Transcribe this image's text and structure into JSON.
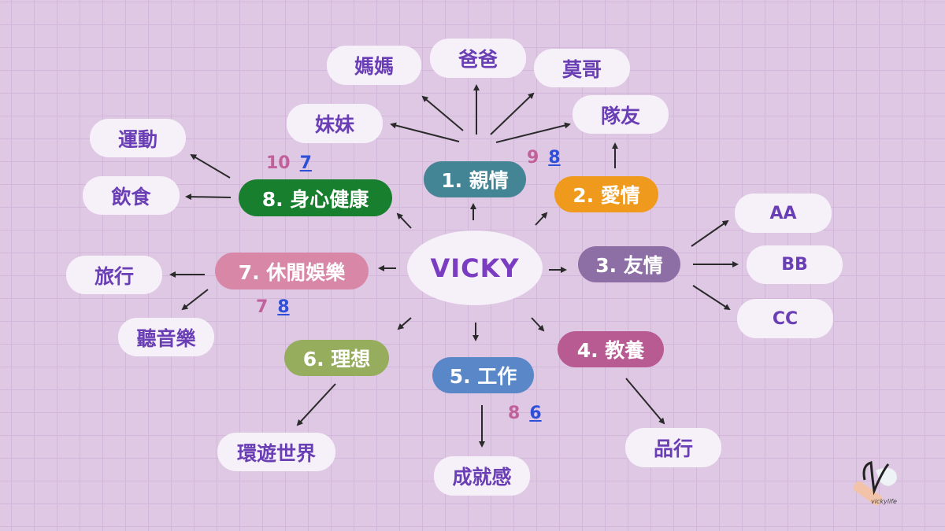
{
  "center": "VICKY",
  "categories": [
    {
      "label": "1. 親情",
      "color": "#438594"
    },
    {
      "label": "2. 愛情",
      "color": "#ef9a1d"
    },
    {
      "label": "3. 友情",
      "color": "#8e6fa5"
    },
    {
      "label": "4. 教養",
      "color": "#b95b93"
    },
    {
      "label": "5. 工作",
      "color": "#5a87c8"
    },
    {
      "label": "6. 理想",
      "color": "#95ad5c"
    },
    {
      "label": "7. 休閒娛樂",
      "color": "#d987a7"
    },
    {
      "label": "8. 身心健康",
      "color": "#177f2d"
    }
  ],
  "leaves": {
    "mama": "媽媽",
    "baba": "爸爸",
    "moge": "莫哥",
    "meimei": "妹妹",
    "duiyou": "隊友",
    "yundong": "運動",
    "yinshi": "飲食",
    "aa": "AA",
    "bb": "BB",
    "cc": "CC",
    "lvxing": "旅行",
    "tingyinyue": "聽音樂",
    "huanyou": "環遊世界",
    "chengjiu": "成就感",
    "pinxing": "品行"
  },
  "scores": {
    "health": {
      "a": "10",
      "b": "7"
    },
    "love": {
      "a": "9",
      "b": "8"
    },
    "leisure": {
      "a": "7",
      "b": "8"
    },
    "work": {
      "a": "8",
      "b": "6"
    }
  },
  "logo_text": "vickylife"
}
